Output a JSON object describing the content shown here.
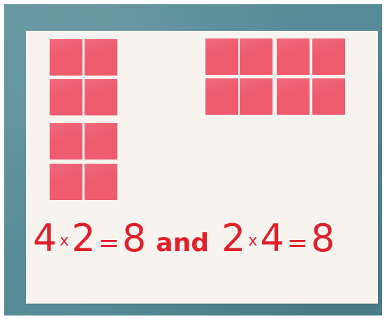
{
  "scene": {
    "background_color": "#5a8c98",
    "paper_color": "#f7f4ef",
    "tile_color": "#ee5a6e",
    "marker_color": "#e0212b"
  },
  "arrays": {
    "left": {
      "rows": 4,
      "columns": 2
    },
    "right": {
      "rows": 2,
      "columns": 4
    }
  },
  "equation": {
    "first": {
      "a": "4",
      "times": "x",
      "b": "2",
      "equals": "=",
      "result": "8"
    },
    "joiner": "and",
    "second": {
      "a": "2",
      "times": "x",
      "b": "4",
      "equals": "=",
      "result": "8"
    }
  }
}
